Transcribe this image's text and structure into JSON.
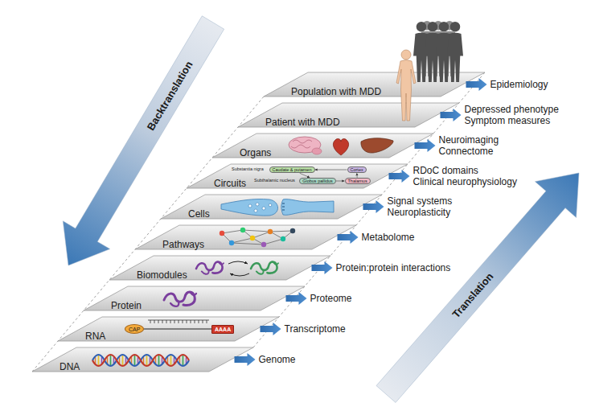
{
  "diagram": {
    "nodes": [
      {
        "text": [
          "DNA"
        ]
      },
      {
        "text": [
          "RNA"
        ]
      },
      {
        "text": [
          "CAP"
        ],
        "in": 1
      },
      {
        "text": [
          "AAAA"
        ],
        "in": 1
      },
      {
        "text": [
          "Protein"
        ]
      },
      {
        "text": [
          "Biomodules"
        ]
      },
      {
        "text": [
          "Pathways"
        ]
      },
      {
        "text": [
          "Cells"
        ]
      },
      {
        "text": [
          "Circuits"
        ]
      },
      {
        "text": [
          "Caudate & putamen"
        ],
        "in": 8
      },
      {
        "text": [
          "Globus pallidus"
        ],
        "in": 8
      },
      {
        "text": [
          "Cortex"
        ],
        "in": 8
      },
      {
        "text": [
          "Thalamus"
        ],
        "in": 8
      },
      {
        "text": [
          "Organs"
        ]
      },
      {
        "text": [
          "Patient with MDD"
        ]
      },
      {
        "text": [
          "Population with MDD"
        ]
      }
    ],
    "edges": [
      {
        "from": 2,
        "to": 3,
        "arrow": "none"
      },
      {
        "from": 11,
        "to": 9,
        "arrow": "to"
      },
      {
        "from": 9,
        "to": 10,
        "arrow": "to"
      },
      {
        "from": 10,
        "to": 12,
        "arrow": "to"
      },
      {
        "from": 12,
        "to": 11,
        "arrow": "to"
      }
    ],
    "labels": [
      "Genome",
      "Transcriptome",
      "Proteome",
      "Protein:protein interactions",
      "Metabolome",
      "Signal systems",
      "Neuroplasticity",
      "RDoC domains",
      "Clinical neurophysiology",
      "Neuroimaging",
      "Connectome",
      "Depressed phenotype",
      "Symptom measures",
      "Epidemiology",
      "Backtranslation",
      "Translation",
      "Substantia nigra",
      "Subthalamic nucleus"
    ]
  }
}
